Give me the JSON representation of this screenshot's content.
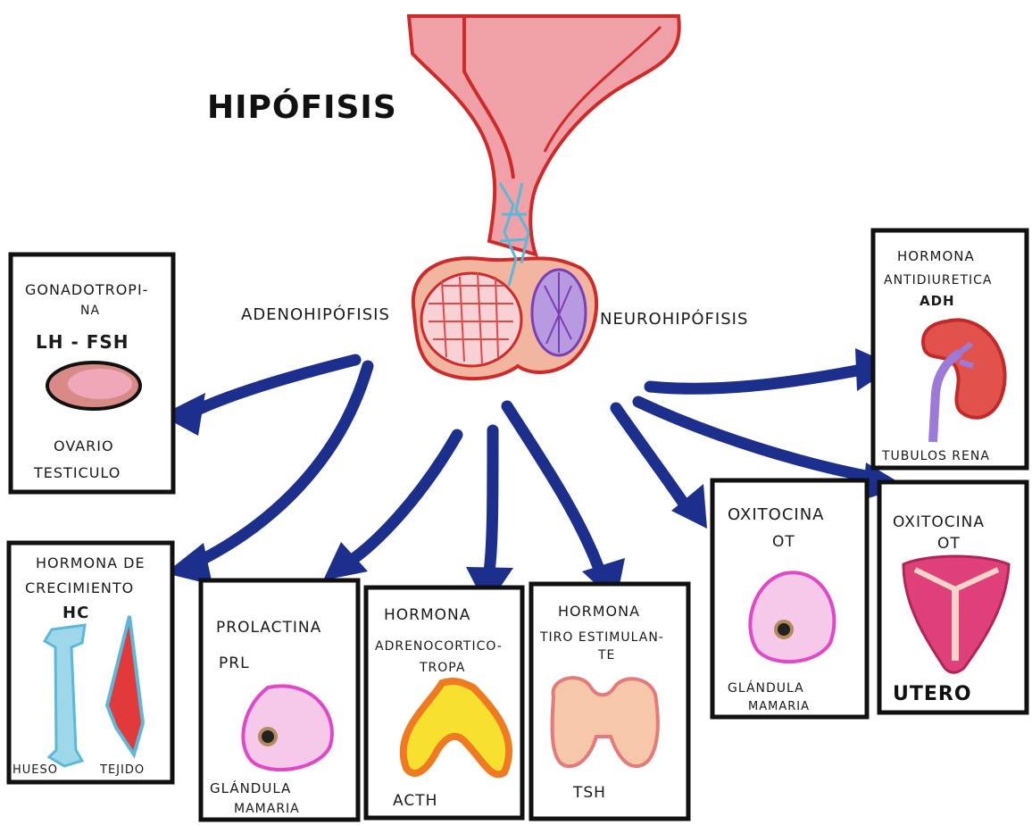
{
  "title": "HIPÓFISIS",
  "lobes": {
    "anterior": "ADENOHIPÓFISIS",
    "posterior": "NEUROHIPÓFISIS"
  },
  "boxes": {
    "gonadotropina": {
      "line1": "GONADOTROPI-",
      "line2": "NA",
      "abbr": "LH - FSH",
      "target1": "OVARIO",
      "target2": "TESTICULO"
    },
    "crecimiento": {
      "line1": "HORMONA DE",
      "line2": "CRECIMIENTO",
      "abbr": "HC",
      "target1": "HUESO",
      "target2": "TEJIDO"
    },
    "prolactina": {
      "line1": "PROLACTINA",
      "abbr": "PRL",
      "target1": "GLÁNDULA",
      "target2": "MAMARIA"
    },
    "acth": {
      "line1": "HORMONA",
      "line2": "ADRENOCORTICO-",
      "line3": "TROPA",
      "abbr": "ACTH"
    },
    "tsh": {
      "line1": "HORMONA",
      "line2": "TIRO ESTIMULAN-",
      "line3": "TE",
      "abbr": "TSH"
    },
    "oxitocina_mama": {
      "line1": "OXITOCINA",
      "abbr": "OT",
      "target1": "GLÁNDULA",
      "target2": "MAMARIA"
    },
    "oxitocina_utero": {
      "line1": "OXITOCINA",
      "abbr": "OT",
      "target1": "UTERO"
    },
    "adh": {
      "line1": "HORMONA",
      "line2": "ANTIDIURETICA",
      "abbr": "ADH",
      "target1": "TUBULOS RENA"
    }
  },
  "colors": {
    "arrow": "#1c2f8c",
    "gland": "#e98a94",
    "gland_outline": "#d42b2b",
    "portal_vessels": "#5ab8d8",
    "posterior_lobe": "#8a5bc2",
    "bone": "#9ed6ea",
    "muscle": "#e23a3a",
    "breast": "#f3b6e3",
    "adrenal": "#f07a22",
    "thyroid": "#f6b8a6",
    "kidney": "#e2524d",
    "uterus": "#e0407a"
  },
  "icons": [
    "pituitary-gland-illustration",
    "ovary-icon",
    "bone-icon",
    "muscle-icon",
    "breast-icon",
    "adrenal-gland-icon",
    "thyroid-icon",
    "kidney-icon",
    "uterus-icon"
  ]
}
